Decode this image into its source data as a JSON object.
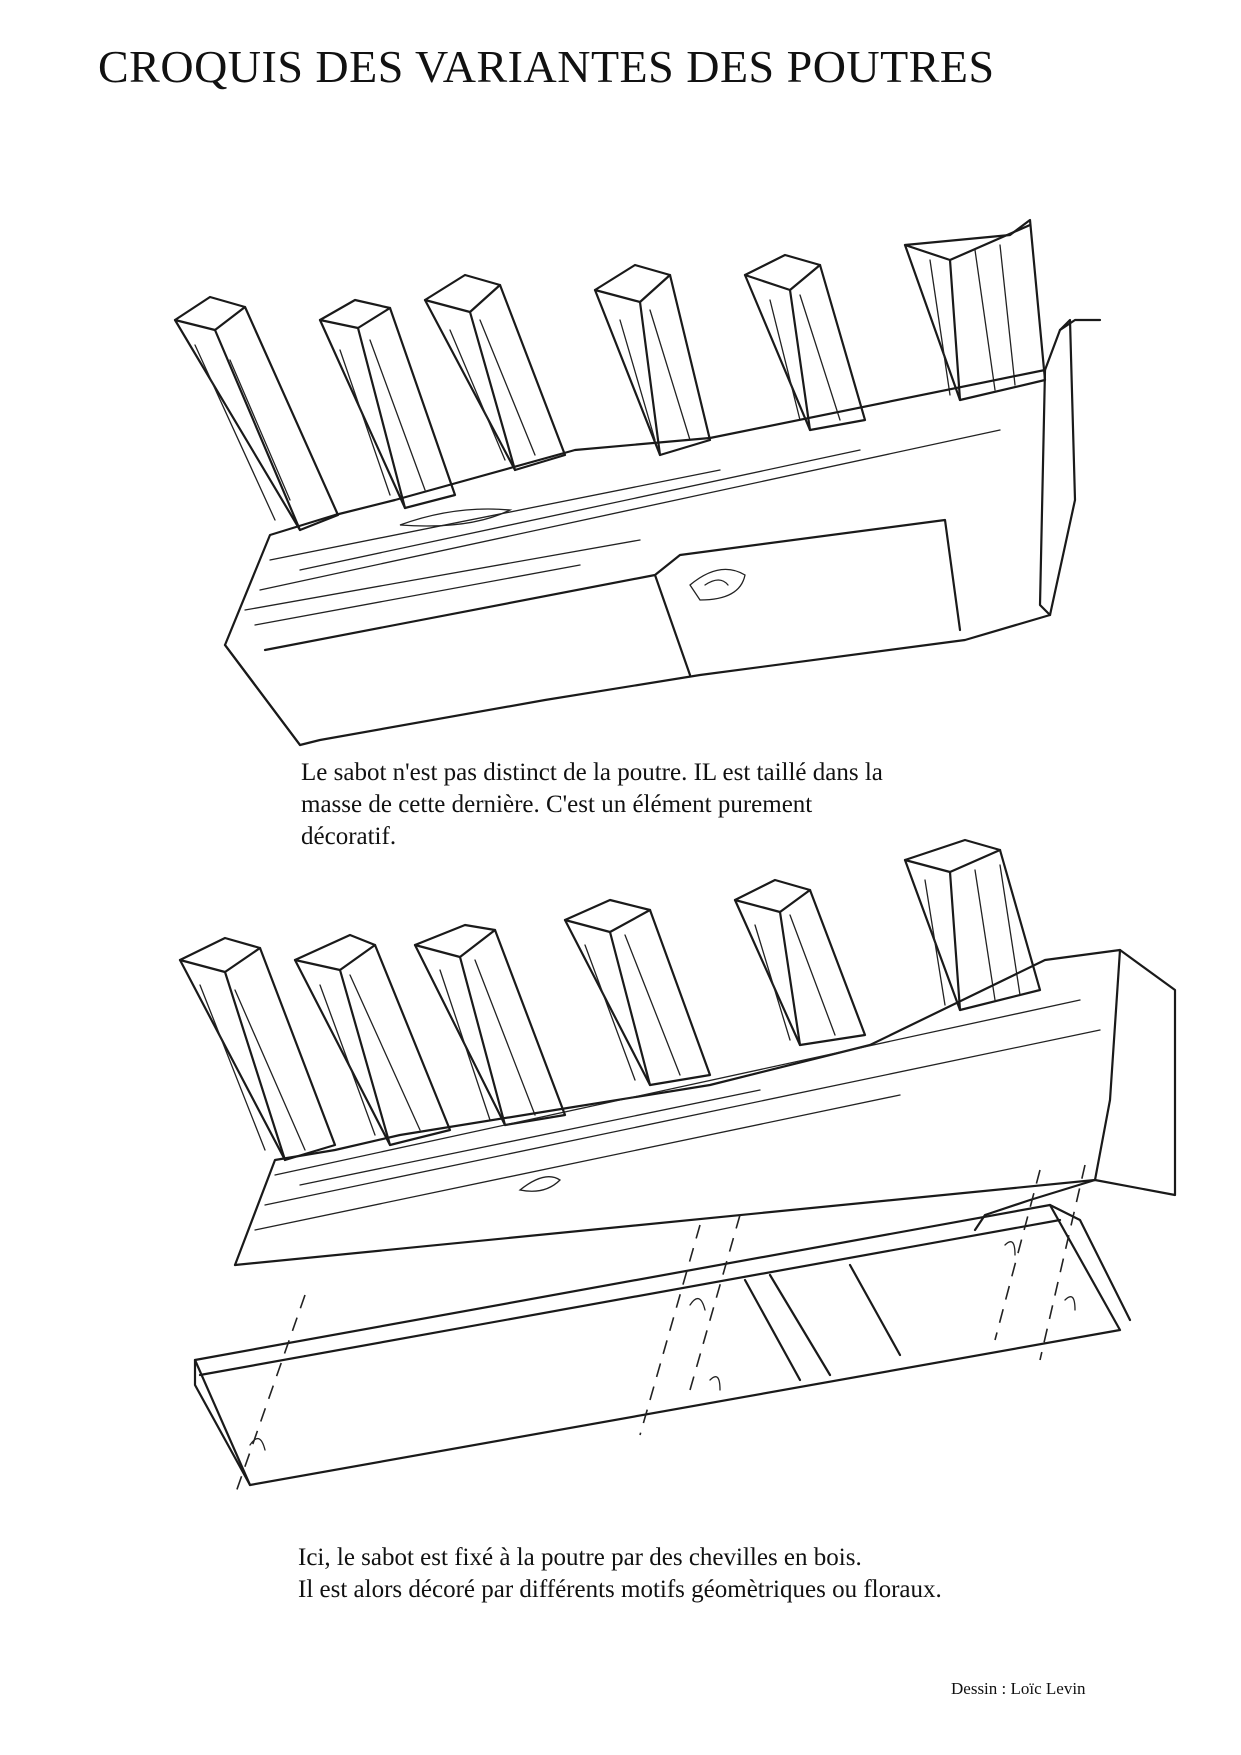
{
  "document": {
    "title": "CROQUIS DES VARIANTES DES POUTRES",
    "caption_1_lines": [
      "Le sabot n'est pas distinct de la poutre. IL est taillé dans la",
      "masse de cette dernière. C'est un élément purement",
      "décoratif."
    ],
    "caption_2_lines": [
      "Ici, le sabot est fixé à la poutre par des chevilles en bois.",
      "Il est alors décoré par différents motifs géomètriques ou floraux."
    ],
    "credit": "Dessin : Loïc Levin"
  }
}
